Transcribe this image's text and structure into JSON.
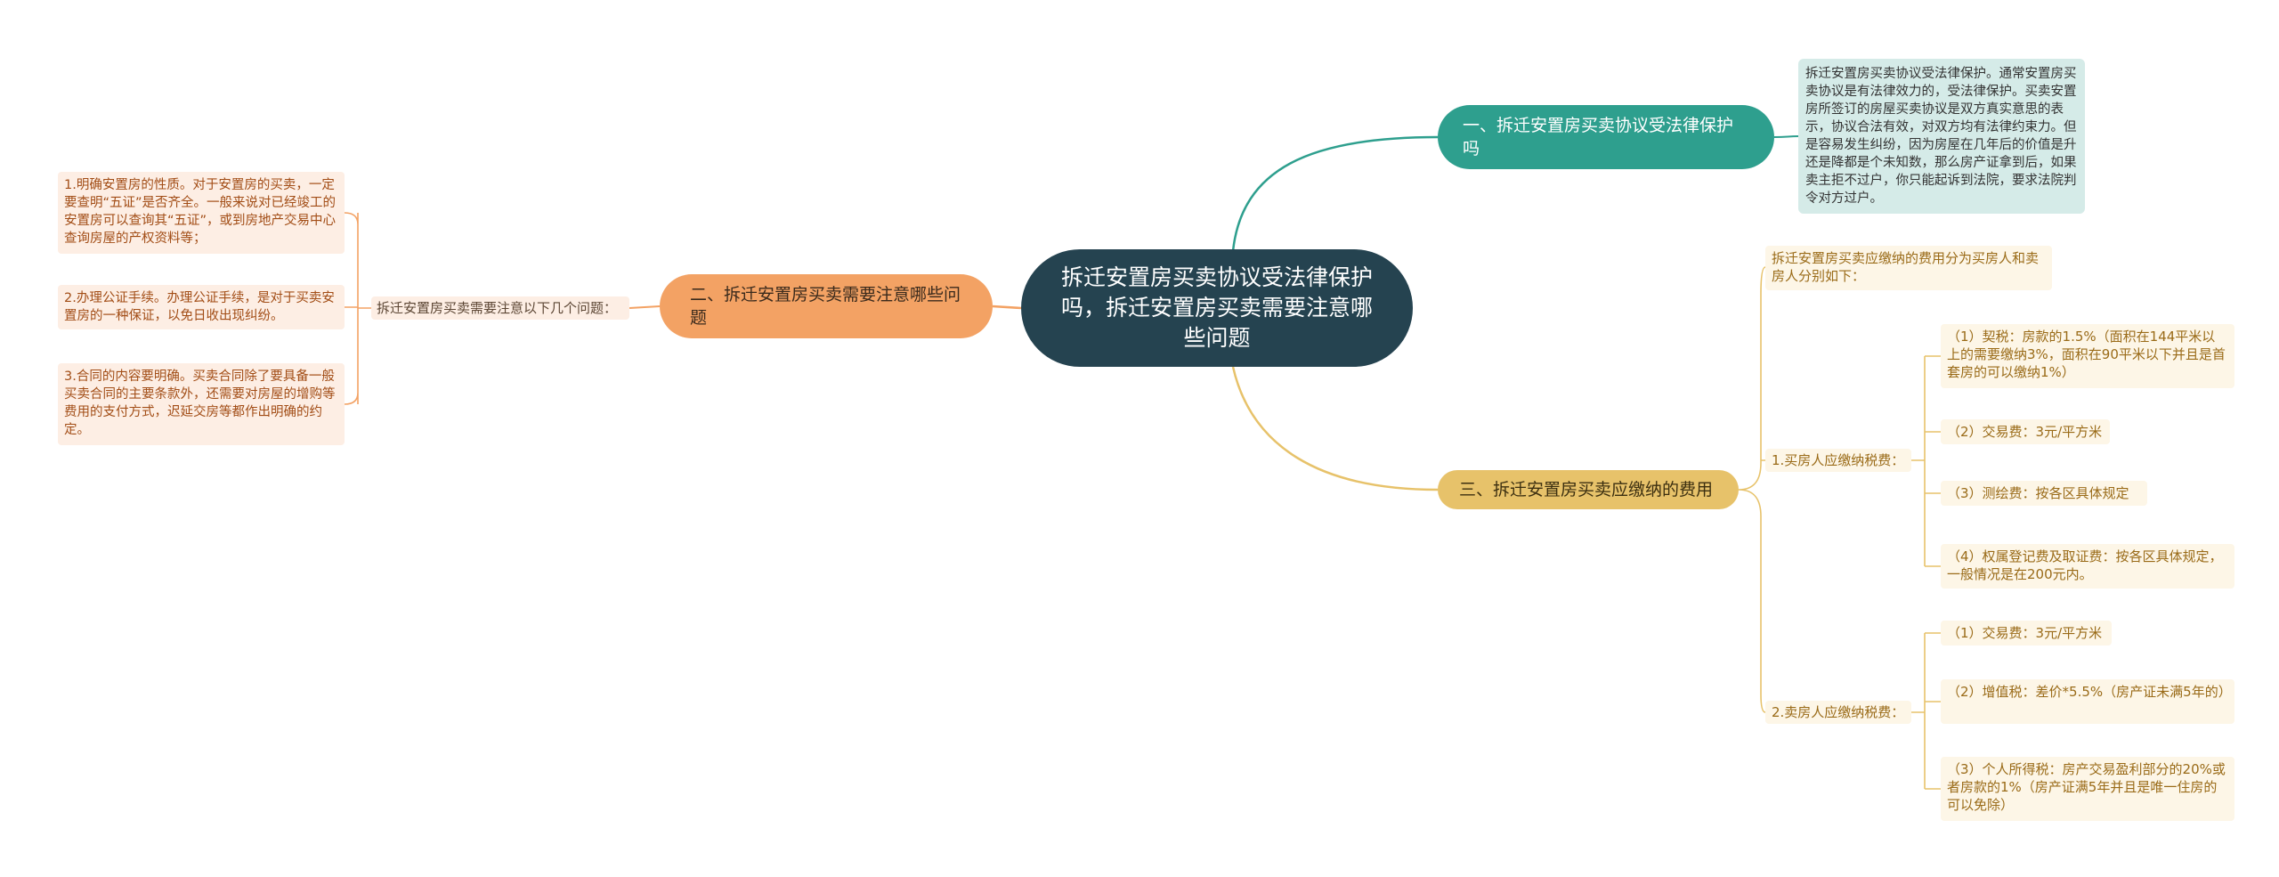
{
  "root": {
    "title": "拆迁安置房买卖协议受法律保护吗，拆迁安置房买卖需要注意哪些问题"
  },
  "branch1": {
    "label": "一、拆迁安置房买卖协议受法律保护吗",
    "content": "拆迁安置房买卖协议受法律保护。通常安置房买卖协议是有法律效力的，受法律保护。买卖安置房所签订的房屋买卖协议是双方真实意思的表示，协议合法有效，对双方均有法律约束力。但是容易发生纠纷，因为房屋在几年后的价值是升还是降都是个未知数，那么房产证拿到后，如果卖主拒不过户，你只能起诉到法院，要求法院判令对方过户。"
  },
  "branch2": {
    "label": "二、拆迁安置房买卖需要注意哪些问题",
    "intro": "拆迁安置房买卖需要注意以下几个问题：",
    "items": [
      "1.明确安置房的性质。对于安置房的买卖，一定要查明“五证”是否齐全。一般来说对已经竣工的安置房可以查询其“五证”，或到房地产交易中心查询房屋的产权资料等；",
      "2.办理公证手续。办理公证手续，是对于买卖安置房的一种保证，以免日收出现纠纷。",
      "3.合同的内容要明确。买卖合同除了要具备一般买卖合同的主要条款外，还需要对房屋的增购等费用的支付方式，迟延交房等都作出明确的约定。"
    ]
  },
  "branch3": {
    "label": "三、拆迁安置房买卖应缴纳的费用",
    "intro": "拆迁安置房买卖应缴纳的费用分为买房人和卖房人分别如下：",
    "buyer": {
      "label": "1.买房人应缴纳税费：",
      "items": [
        "（1）契税：房款的1.5%（面积在144平米以上的需要缴纳3%，面积在90平米以下并且是首套房的可以缴纳1%）",
        "（2）交易费：3元/平方米",
        "（3）测绘费：按各区具体规定",
        "（4）权属登记费及取证费：按各区具体规定，一般情况是在200元内。"
      ]
    },
    "seller": {
      "label": "2.卖房人应缴纳税费：",
      "items": [
        "（1）交易费：3元/平方米",
        "（2）增值税：差价*5.5%（房产证未满5年的）",
        "（3）个人所得税：房产交易盈利部分的20%或者房款的1%（房产证满5年并且是唯一住房的可以免除）"
      ]
    }
  },
  "colors": {
    "root": "#254350",
    "teal": "#2e9f8e",
    "orange": "#f3a264",
    "yellow": "#e7c26a"
  }
}
